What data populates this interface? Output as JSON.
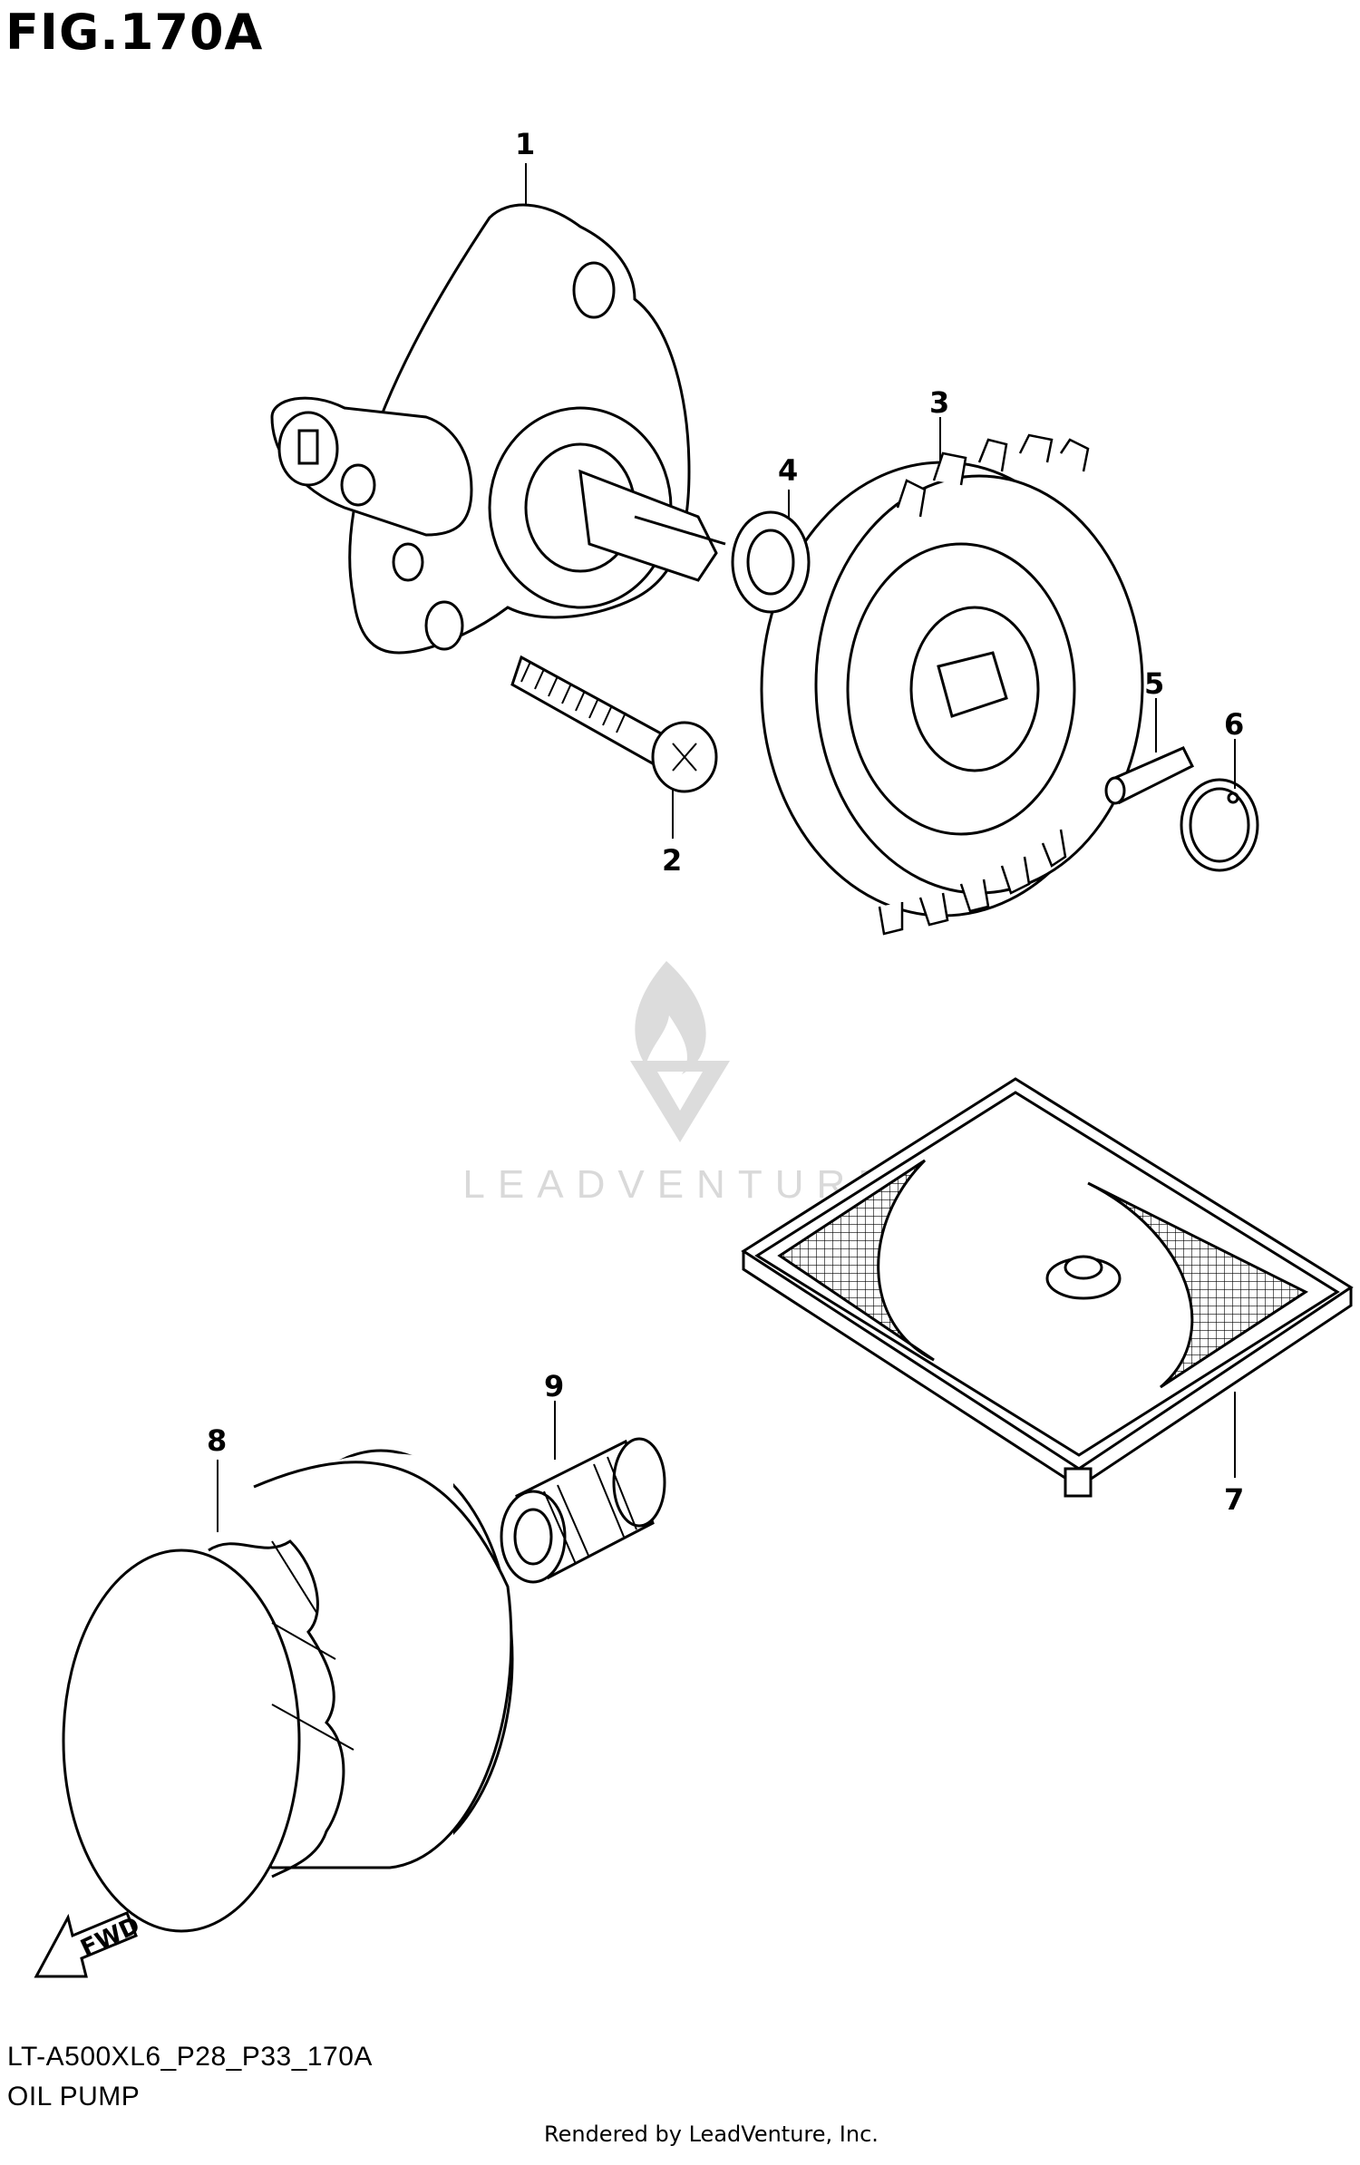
{
  "header": {
    "title": "FIG.170A"
  },
  "callouts": [
    {
      "number": "1"
    },
    {
      "number": "2"
    },
    {
      "number": "3"
    },
    {
      "number": "4"
    },
    {
      "number": "5"
    },
    {
      "number": "6"
    },
    {
      "number": "7"
    },
    {
      "number": "8"
    },
    {
      "number": "9"
    }
  ],
  "fwd_arrow": {
    "label": "FWD"
  },
  "watermark": {
    "text": "LEADVENTURE"
  },
  "footer": {
    "model_code": "LT-A500XL6_P28_P33_170A",
    "section_name": "OIL PUMP",
    "rendered_by": "Rendered by LeadVenture, Inc."
  }
}
